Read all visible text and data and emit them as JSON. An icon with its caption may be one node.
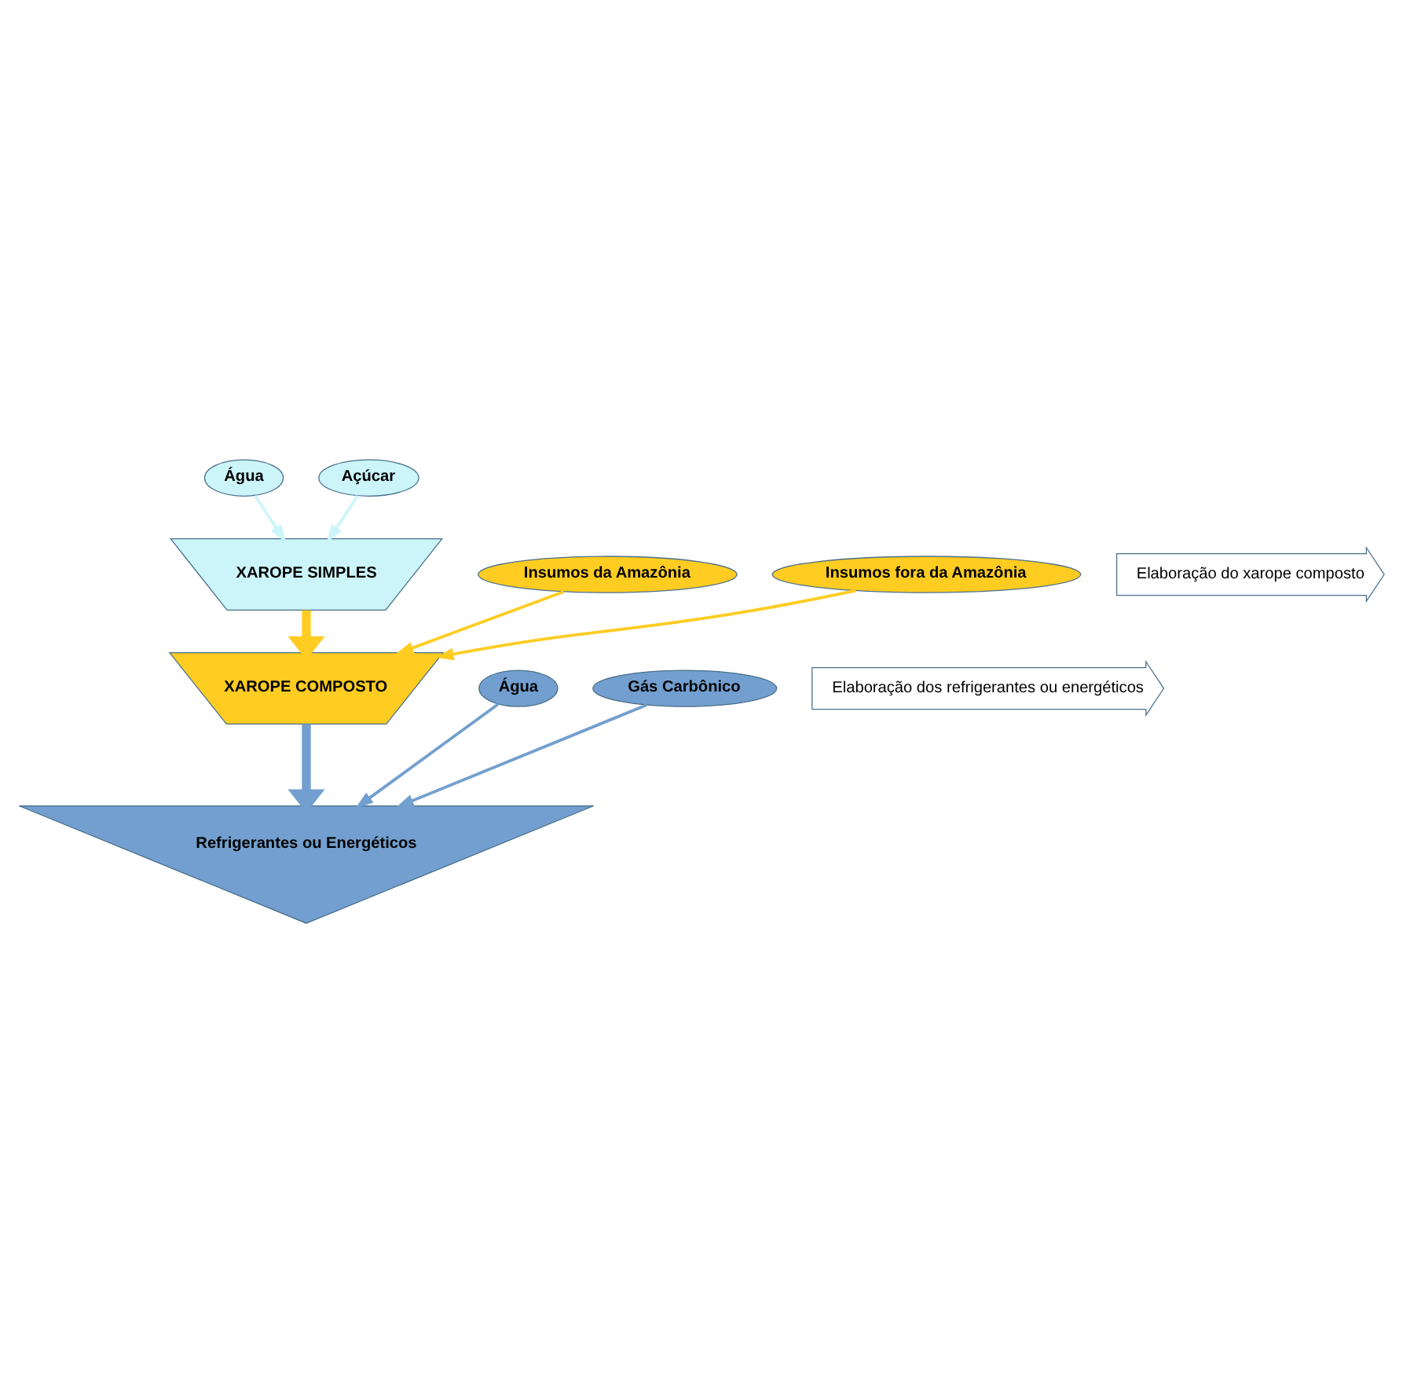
{
  "diagram": {
    "nodes": [
      {
        "text": [
          "Água"
        ]
      },
      {
        "text": [
          "Açúcar"
        ]
      },
      {
        "text": [
          "XAROPE SIMPLES"
        ]
      },
      {
        "text": [
          "Insumos da Amazônia"
        ]
      },
      {
        "text": [
          "Insumos fora da Amazônia"
        ]
      },
      {
        "text": [
          "XAROPE COMPOSTO"
        ]
      },
      {
        "text": [
          "Água"
        ]
      },
      {
        "text": [
          "Gás Carbônico"
        ]
      },
      {
        "text": [
          "Refrigerantes ou Energéticos"
        ]
      },
      {
        "text": [
          "Elaboração do xarope composto"
        ]
      },
      {
        "text": [
          "Elaboração dos refrigerantes ou energéticos"
        ]
      }
    ],
    "edges": [
      {
        "from": 0,
        "to": 2,
        "arrow": "to",
        "color": "#ccf5fa"
      },
      {
        "from": 1,
        "to": 2,
        "arrow": "to",
        "color": "#ccf5fa"
      },
      {
        "from": 2,
        "to": 5,
        "arrow": "to",
        "color": "#ffcc22",
        "style": "thick"
      },
      {
        "from": 3,
        "to": 5,
        "arrow": "to",
        "color": "#ffcc22"
      },
      {
        "from": 4,
        "to": 5,
        "arrow": "to",
        "color": "#ffcc22"
      },
      {
        "from": 5,
        "to": 8,
        "arrow": "to",
        "color": "#729fcf",
        "style": "thick"
      },
      {
        "from": 6,
        "to": 8,
        "arrow": "to",
        "color": "#729fcf"
      },
      {
        "from": 7,
        "to": 8,
        "arrow": "to",
        "color": "#729fcf"
      }
    ]
  }
}
